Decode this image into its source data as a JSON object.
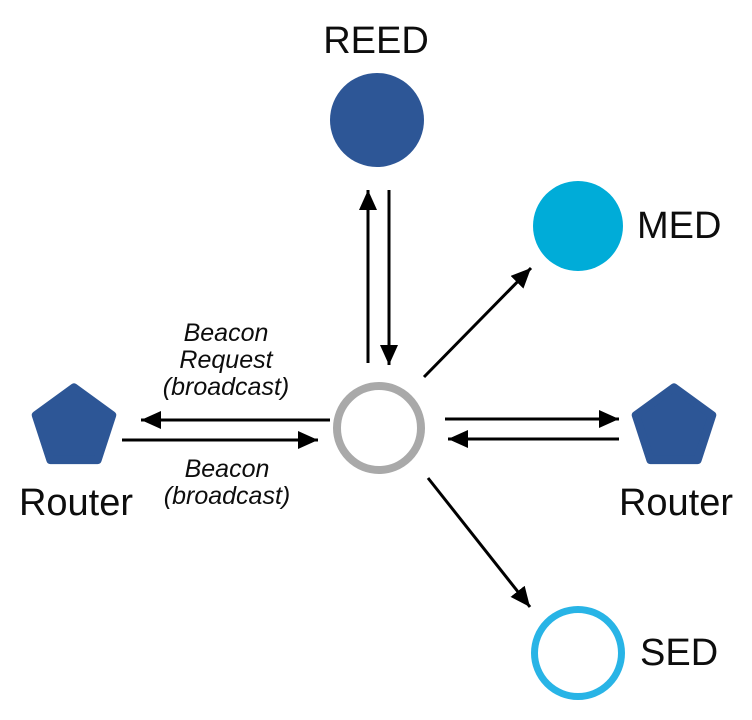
{
  "diagram": {
    "type": "network-topology",
    "nodes": {
      "reed": {
        "label": "REED",
        "shape": "filled-circle"
      },
      "med": {
        "label": "MED",
        "shape": "filled-circle"
      },
      "router_left": {
        "label": "Router",
        "shape": "pentagon"
      },
      "router_right": {
        "label": "Router",
        "shape": "pentagon"
      },
      "sed": {
        "label": "SED",
        "shape": "outline-circle"
      },
      "center": {
        "shape": "outline-circle"
      }
    },
    "messages": {
      "beacon_request": "Beacon\nRequest\n(broadcast)",
      "beacon": "Beacon\n(broadcast)"
    },
    "edges": [
      {
        "from": "center",
        "to": "reed"
      },
      {
        "from": "reed",
        "to": "center"
      },
      {
        "from": "center",
        "to": "med"
      },
      {
        "from": "center",
        "to": "router_left",
        "label": "Beacon Request (broadcast)"
      },
      {
        "from": "router_left",
        "to": "center",
        "label": "Beacon (broadcast)"
      },
      {
        "from": "center",
        "to": "router_right"
      },
      {
        "from": "router_right",
        "to": "center"
      },
      {
        "from": "center",
        "to": "sed"
      }
    ],
    "colors": {
      "node_blue": "#2d5696",
      "med_cyan": "#00acd8",
      "sed_cyan": "#28b4e6",
      "center_gray": "#a9a9a9",
      "arrow_black": "#000000"
    }
  }
}
